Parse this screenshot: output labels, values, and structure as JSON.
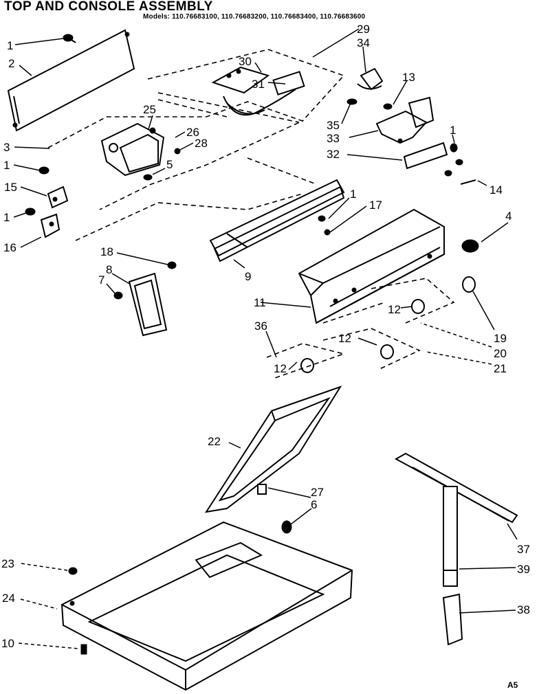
{
  "header": {
    "title": "TOP AND CONSOLE ASSEMBLY",
    "models": "Models: 110.76683100, 110.76683200, 110.76683400, 110.76683600"
  },
  "footer": {
    "code": "A5"
  },
  "callouts": [
    {
      "id": "c1a",
      "text": "1"
    },
    {
      "id": "c2",
      "text": "2"
    },
    {
      "id": "c29",
      "text": "29"
    },
    {
      "id": "c34",
      "text": "34"
    },
    {
      "id": "c30",
      "text": "30"
    },
    {
      "id": "c31",
      "text": "31"
    },
    {
      "id": "c13",
      "text": "13"
    },
    {
      "id": "c25",
      "text": "25"
    },
    {
      "id": "c26",
      "text": "26"
    },
    {
      "id": "c28",
      "text": "28"
    },
    {
      "id": "c35",
      "text": "35"
    },
    {
      "id": "c33",
      "text": "33"
    },
    {
      "id": "c3",
      "text": "3"
    },
    {
      "id": "c5",
      "text": "5"
    },
    {
      "id": "c1b",
      "text": "1"
    },
    {
      "id": "c32",
      "text": "32"
    },
    {
      "id": "c1c",
      "text": "1"
    },
    {
      "id": "c14",
      "text": "14"
    },
    {
      "id": "c15",
      "text": "15"
    },
    {
      "id": "c1d",
      "text": "1"
    },
    {
      "id": "c17",
      "text": "17"
    },
    {
      "id": "c1e",
      "text": "1"
    },
    {
      "id": "c4",
      "text": "4"
    },
    {
      "id": "c16",
      "text": "16"
    },
    {
      "id": "c18",
      "text": "18"
    },
    {
      "id": "c8",
      "text": "8"
    },
    {
      "id": "c7",
      "text": "7"
    },
    {
      "id": "c9",
      "text": "9"
    },
    {
      "id": "c11",
      "text": "11"
    },
    {
      "id": "c12a",
      "text": "12"
    },
    {
      "id": "c19",
      "text": "19"
    },
    {
      "id": "c36",
      "text": "36"
    },
    {
      "id": "c12b",
      "text": "12"
    },
    {
      "id": "c20",
      "text": "20"
    },
    {
      "id": "c12c",
      "text": "12"
    },
    {
      "id": "c21",
      "text": "21"
    },
    {
      "id": "c22",
      "text": "22"
    },
    {
      "id": "c27",
      "text": "27"
    },
    {
      "id": "c6",
      "text": "6"
    },
    {
      "id": "c37",
      "text": "37"
    },
    {
      "id": "c23",
      "text": "23"
    },
    {
      "id": "c39",
      "text": "39"
    },
    {
      "id": "c24",
      "text": "24"
    },
    {
      "id": "c38",
      "text": "38"
    },
    {
      "id": "c10",
      "text": "10"
    }
  ]
}
